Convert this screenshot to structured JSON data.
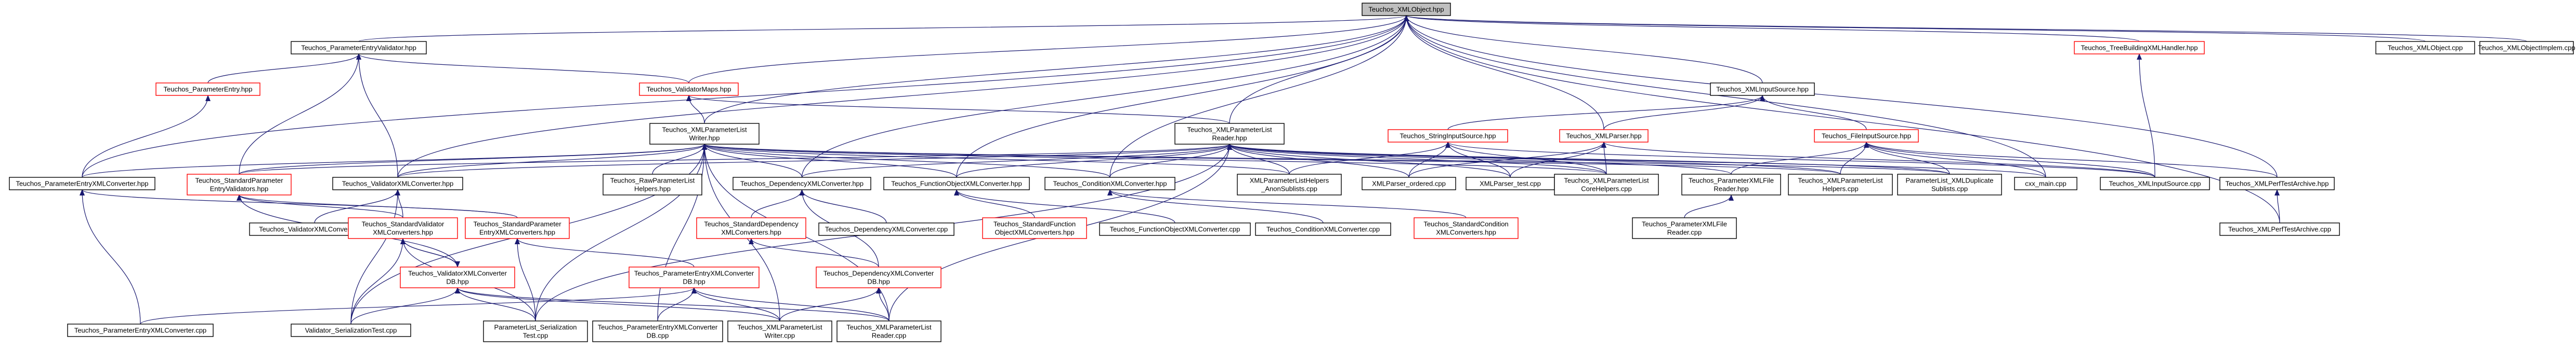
{
  "diagram": {
    "nodes": [
      {
        "id": "root",
        "lines": [
          "Teuchos_XMLObject.hpp"
        ],
        "style": "root"
      },
      {
        "id": "pev",
        "lines": [
          "Teuchos_ParameterEntryValidator.hpp"
        ],
        "style": "black"
      },
      {
        "id": "trb",
        "lines": [
          "Teuchos_TreeBuildingXMLHandler.hpp"
        ],
        "style": "red"
      },
      {
        "id": "xmlobjcpp",
        "lines": [
          "Teuchos_XMLObject.cpp"
        ],
        "style": "black"
      },
      {
        "id": "xmlobjimpl",
        "lines": [
          "Teuchos_XMLObjectImplem.cpp"
        ],
        "style": "black"
      },
      {
        "id": "pe",
        "lines": [
          "Teuchos_ParameterEntry.hpp"
        ],
        "style": "red"
      },
      {
        "id": "vmaps",
        "lines": [
          "Teuchos_ValidatorMaps.hpp"
        ],
        "style": "red"
      },
      {
        "id": "xmlinput",
        "lines": [
          "Teuchos_XMLInputSource.hpp"
        ],
        "style": "black"
      },
      {
        "id": "plw",
        "lines": [
          "Teuchos_XMLParameterList",
          "Writer.hpp"
        ],
        "style": "black"
      },
      {
        "id": "plr",
        "lines": [
          "Teuchos_XMLParameterList",
          "Reader.hpp"
        ],
        "style": "black"
      },
      {
        "id": "sis",
        "lines": [
          "Teuchos_StringInputSource.hpp"
        ],
        "style": "red"
      },
      {
        "id": "xmlparser",
        "lines": [
          "Teuchos_XMLParser.hpp"
        ],
        "style": "red"
      },
      {
        "id": "fis",
        "lines": [
          "Teuchos_FileInputSource.hpp"
        ],
        "style": "red"
      },
      {
        "id": "pexc",
        "lines": [
          "Teuchos_ParameterEntryXMLConverter.hpp"
        ],
        "style": "black"
      },
      {
        "id": "spev",
        "lines": [
          "Teuchos_StandardParameter",
          "EntryValidators.hpp"
        ],
        "style": "red"
      },
      {
        "id": "vxc",
        "lines": [
          "Teuchos_ValidatorXMLConverter.hpp"
        ],
        "style": "black"
      },
      {
        "id": "rawpl",
        "lines": [
          "Teuchos_RawParameterList",
          "Helpers.hpp"
        ],
        "style": "black"
      },
      {
        "id": "depxc",
        "lines": [
          "Teuchos_DependencyXMLConverter.hpp"
        ],
        "style": "black"
      },
      {
        "id": "fobjxc",
        "lines": [
          "Teuchos_FunctionObjectXMLConverter.hpp"
        ],
        "style": "black"
      },
      {
        "id": "condxc",
        "lines": [
          "Teuchos_ConditionXMLConverter.hpp"
        ],
        "style": "black"
      },
      {
        "id": "pladc",
        "lines": [
          "XMLParameterListHelpers",
          "_AnonSublists.cpp"
        ],
        "style": "black"
      },
      {
        "id": "xpo",
        "lines": [
          "XMLParser_ordered.cpp"
        ],
        "style": "black"
      },
      {
        "id": "xpt",
        "lines": [
          "XMLParser_test.cpp"
        ],
        "style": "black"
      },
      {
        "id": "plch",
        "lines": [
          "Teuchos_XMLParameterList",
          "CoreHelpers.cpp"
        ],
        "style": "black"
      },
      {
        "id": "pxf",
        "lines": [
          "Teuchos_ParameterXMLFile",
          "Reader.hpp"
        ],
        "style": "black"
      },
      {
        "id": "plh",
        "lines": [
          "Teuchos_XMLParameterList",
          "Helpers.cpp"
        ],
        "style": "black"
      },
      {
        "id": "pldup",
        "lines": [
          "ParameterList_XMLDuplicate",
          "Sublists.cpp"
        ],
        "style": "black"
      },
      {
        "id": "cxx",
        "lines": [
          "cxx_main.cpp"
        ],
        "style": "black"
      },
      {
        "id": "xmlinputcpp",
        "lines": [
          "Teuchos_XMLInputSource.cpp"
        ],
        "style": "black"
      },
      {
        "id": "perfhpp",
        "lines": [
          "Teuchos_XMLPerfTestArchive.hpp"
        ],
        "style": "black"
      },
      {
        "id": "perfcpp",
        "lines": [
          "Teuchos_XMLPerfTestArchive.cpp"
        ],
        "style": "black"
      },
      {
        "id": "vxccpp",
        "lines": [
          "Teuchos_ValidatorXMLConverter.cpp"
        ],
        "style": "black"
      },
      {
        "id": "svxc",
        "lines": [
          "Teuchos_StandardValidator",
          "XMLConverters.hpp"
        ],
        "style": "red"
      },
      {
        "id": "spexc",
        "lines": [
          "Teuchos_StandardParameter",
          "EntryXMLConverters.hpp"
        ],
        "style": "red"
      },
      {
        "id": "sdepxc",
        "lines": [
          "Teuchos_StandardDependency",
          "XMLConverters.hpp"
        ],
        "style": "red"
      },
      {
        "id": "depxccpp",
        "lines": [
          "Teuchos_DependencyXMLConverter.cpp"
        ],
        "style": "black"
      },
      {
        "id": "sfobjxc",
        "lines": [
          "Teuchos_StandardFunction",
          "ObjectXMLConverters.hpp"
        ],
        "style": "red"
      },
      {
        "id": "fobjxccpp",
        "lines": [
          "Teuchos_FunctionObjectXMLConverter.cpp"
        ],
        "style": "black"
      },
      {
        "id": "condxccpp",
        "lines": [
          "Teuchos_ConditionXMLConverter.cpp"
        ],
        "style": "black"
      },
      {
        "id": "scondxc",
        "lines": [
          "Teuchos_StandardCondition",
          "XMLConverters.hpp"
        ],
        "style": "red"
      },
      {
        "id": "pxfcpp",
        "lines": [
          "Teuchos_ParameterXMLFile",
          "Reader.cpp"
        ],
        "style": "black"
      },
      {
        "id": "vxcdb",
        "lines": [
          "Teuchos_ValidatorXMLConverter",
          "DB.hpp"
        ],
        "style": "red"
      },
      {
        "id": "pexcdb",
        "lines": [
          "Teuchos_ParameterEntryXMLConverter",
          "DB.hpp"
        ],
        "style": "red"
      },
      {
        "id": "depxcdb",
        "lines": [
          "Teuchos_DependencyXMLConverter",
          "DB.hpp"
        ],
        "style": "red"
      },
      {
        "id": "pexccpp",
        "lines": [
          "Teuchos_ParameterEntryXMLConverter.cpp"
        ],
        "style": "black"
      },
      {
        "id": "valser",
        "lines": [
          "Validator_SerializationTest.cpp"
        ],
        "style": "black"
      },
      {
        "id": "plser",
        "lines": [
          "ParameterList_Serialization",
          "Test.cpp"
        ],
        "style": "black"
      },
      {
        "id": "pexcdbcpp",
        "lines": [
          "Teuchos_ParameterEntryXMLConverter",
          "DB.cpp"
        ],
        "style": "black"
      },
      {
        "id": "plwcpp",
        "lines": [
          "Teuchos_XMLParameterList",
          "Writer.cpp"
        ],
        "style": "black"
      },
      {
        "id": "plrcpp",
        "lines": [
          "Teuchos_XMLParameterList",
          "Reader.cpp"
        ],
        "style": "black"
      }
    ],
    "edges": [
      [
        "pev",
        "root"
      ],
      [
        "trb",
        "root"
      ],
      [
        "xmlobjcpp",
        "root"
      ],
      [
        "xmlobjimpl",
        "root"
      ],
      [
        "vmaps",
        "root"
      ],
      [
        "xmlinput",
        "root"
      ],
      [
        "plw",
        "root"
      ],
      [
        "plr",
        "root"
      ],
      [
        "xmlparser",
        "root"
      ],
      [
        "pexc",
        "root"
      ],
      [
        "vxc",
        "root"
      ],
      [
        "perfhpp",
        "root"
      ],
      [
        "perfcpp",
        "root"
      ],
      [
        "cxx",
        "root"
      ],
      [
        "depxc",
        "root"
      ],
      [
        "fobjxc",
        "root"
      ],
      [
        "condxc",
        "root"
      ],
      [
        "pe",
        "pev"
      ],
      [
        "vmaps",
        "pev"
      ],
      [
        "spev",
        "pev"
      ],
      [
        "vxc",
        "pev"
      ],
      [
        "pexc",
        "pe"
      ],
      [
        "plw",
        "vmaps"
      ],
      [
        "plr",
        "vmaps"
      ],
      [
        "sis",
        "xmlinput"
      ],
      [
        "fis",
        "xmlinput"
      ],
      [
        "xmlparser",
        "xmlinput"
      ],
      [
        "xmlinputcpp",
        "trb"
      ],
      [
        "pexc",
        "plw"
      ],
      [
        "spev",
        "plw"
      ],
      [
        "vxc",
        "plw"
      ],
      [
        "rawpl",
        "plw"
      ],
      [
        "depxc",
        "plw"
      ],
      [
        "fobjxc",
        "plw"
      ],
      [
        "condxc",
        "plw"
      ],
      [
        "pladc",
        "plw"
      ],
      [
        "plch",
        "plw"
      ],
      [
        "plh",
        "plw"
      ],
      [
        "pldup",
        "plw"
      ],
      [
        "valser",
        "plw"
      ],
      [
        "plser",
        "plw"
      ],
      [
        "pexcdbcpp",
        "plw"
      ],
      [
        "plwcpp",
        "plw"
      ],
      [
        "plrcpp",
        "plw"
      ],
      [
        "pladc",
        "plr"
      ],
      [
        "xpo",
        "plr"
      ],
      [
        "xpt",
        "plr"
      ],
      [
        "plch",
        "plr"
      ],
      [
        "pxf",
        "plr"
      ],
      [
        "plh",
        "plr"
      ],
      [
        "pldup",
        "plr"
      ],
      [
        "cxx",
        "plr"
      ],
      [
        "spev",
        "plr"
      ],
      [
        "vxc",
        "plr"
      ],
      [
        "depxc",
        "plr"
      ],
      [
        "fobjxc",
        "plr"
      ],
      [
        "condxc",
        "plr"
      ],
      [
        "plrcpp",
        "plr"
      ],
      [
        "plser",
        "plr"
      ],
      [
        "pladc",
        "sis"
      ],
      [
        "xpo",
        "sis"
      ],
      [
        "xpt",
        "sis"
      ],
      [
        "plch",
        "sis"
      ],
      [
        "xmlinputcpp",
        "sis"
      ],
      [
        "xpo",
        "xmlparser"
      ],
      [
        "xpt",
        "xmlparser"
      ],
      [
        "plch",
        "xmlparser"
      ],
      [
        "xmlinputcpp",
        "xmlparser"
      ],
      [
        "pxf",
        "fis"
      ],
      [
        "plh",
        "fis"
      ],
      [
        "pldup",
        "fis"
      ],
      [
        "cxx",
        "fis"
      ],
      [
        "xmlinputcpp",
        "fis"
      ],
      [
        "perfhpp",
        "fis"
      ],
      [
        "pexccpp",
        "pexc"
      ],
      [
        "spexc",
        "pexc"
      ],
      [
        "vxccpp",
        "vxc"
      ],
      [
        "svxc",
        "vxc"
      ],
      [
        "valser",
        "vxc"
      ],
      [
        "svxc",
        "spev"
      ],
      [
        "spexc",
        "spev"
      ],
      [
        "vxcdb",
        "spev"
      ],
      [
        "sdepxc",
        "depxc"
      ],
      [
        "depxccpp",
        "depxc"
      ],
      [
        "depxcdb",
        "depxc"
      ],
      [
        "sfobjxc",
        "fobjxc"
      ],
      [
        "fobjxccpp",
        "fobjxc"
      ],
      [
        "condxccpp",
        "condxc"
      ],
      [
        "scondxc",
        "condxc"
      ],
      [
        "pxfcpp",
        "pxf"
      ],
      [
        "perfcpp",
        "perfhpp"
      ],
      [
        "vxcdb",
        "svxc"
      ],
      [
        "valser",
        "svxc"
      ],
      [
        "plser",
        "svxc"
      ],
      [
        "pexcdb",
        "spexc"
      ],
      [
        "plser",
        "spexc"
      ],
      [
        "depxcdb",
        "sdepxc"
      ],
      [
        "svxc",
        "vxcdb"
      ],
      [
        "valser",
        "vxcdb"
      ],
      [
        "plser",
        "vxcdb"
      ],
      [
        "plwcpp",
        "vxcdb"
      ],
      [
        "plrcpp",
        "vxcdb"
      ],
      [
        "pexccpp",
        "pexcdb"
      ],
      [
        "pexcdbcpp",
        "pexcdb"
      ],
      [
        "plwcpp",
        "pexcdb"
      ],
      [
        "plrcpp",
        "pexcdb"
      ],
      [
        "plwcpp",
        "depxcdb"
      ],
      [
        "plrcpp",
        "depxcdb"
      ]
    ]
  }
}
